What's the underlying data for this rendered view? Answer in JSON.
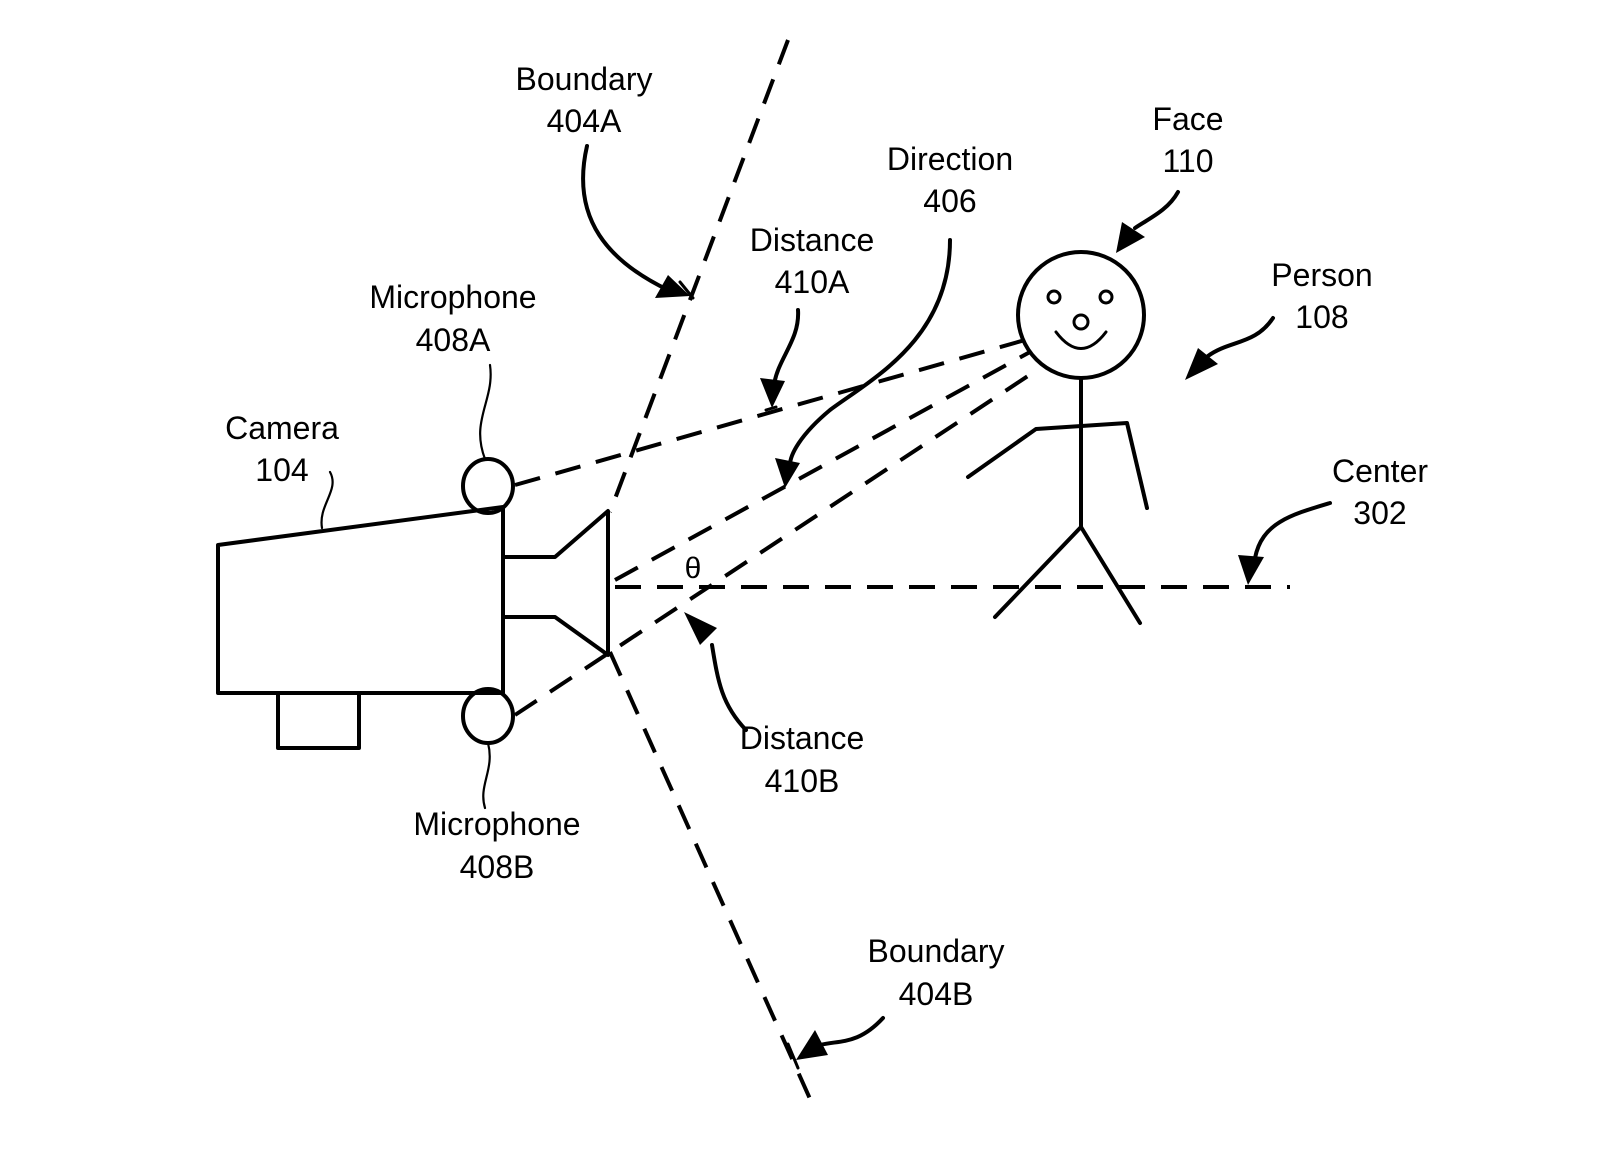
{
  "figure": {
    "labels": {
      "boundary_a": {
        "name": "Boundary",
        "ref": "404A"
      },
      "boundary_b": {
        "name": "Boundary",
        "ref": "404B"
      },
      "face": {
        "name": "Face",
        "ref": "110"
      },
      "direction": {
        "name": "Direction",
        "ref": "406"
      },
      "distance_a": {
        "name": "Distance",
        "ref": "410A"
      },
      "distance_b": {
        "name": "Distance",
        "ref": "410B"
      },
      "microphone_a": {
        "name": "Microphone",
        "ref": "408A"
      },
      "microphone_b": {
        "name": "Microphone",
        "ref": "408B"
      },
      "camera": {
        "name": "Camera",
        "ref": "104"
      },
      "person": {
        "name": "Person",
        "ref": "108"
      },
      "center": {
        "name": "Center",
        "ref": "302"
      },
      "angle_symbol": "θ"
    }
  }
}
